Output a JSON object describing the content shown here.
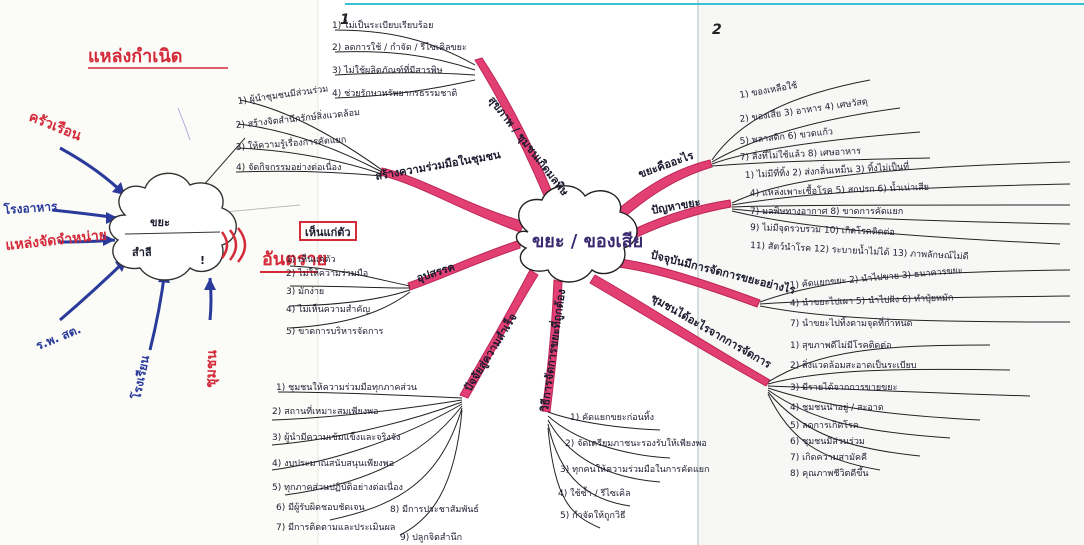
{
  "page_numbers": {
    "left": "1",
    "right": "2"
  },
  "source_map": {
    "title": "แหล่งกำเนิด",
    "cloud_text_1": "ขยะ",
    "cloud_text_2": "สำลี",
    "cloud_text_3": "!",
    "arrows": [
      {
        "label": "ครัวเรือน"
      },
      {
        "label": "โรงอาหาร"
      },
      {
        "label": "แหล่งจัดจำหน่าย"
      },
      {
        "label": "ร.พ. สต."
      },
      {
        "label": "โรงเรียน"
      },
      {
        "label": "ชุมชน"
      }
    ],
    "outcome_label": "อันตราย"
  },
  "center": {
    "label": "ขยะ / ของเสีย"
  },
  "branches": {
    "top_left": {
      "label": "สุขภาพ / ชุมชนเกิดมลพิษ",
      "items": [
        "1) ไม่เป็นระเบียบเรียบร้อย",
        "2) ลดการใช้ / กำจัด / รีไซเคิลขยะ",
        "3) ไม่ใช้ผลิตภัณฑ์ที่มีสารพิษ",
        "4) ช่วยรักษาทรัพยากรธรรมชาติ"
      ]
    },
    "left_upper": {
      "label": "สร้างความร่วมมือในชุมชน",
      "items": [
        "1) ผู้นำชุมชนมีส่วนร่วม",
        "2) สร้างจิตสำนึกรักษ์สิ่งแวดล้อม",
        "3) ให้ความรู้เรื่องการคัดแยก",
        "4) จัดกิจกรรมอย่างต่อเนื่อง"
      ]
    },
    "left_middle": {
      "label": "อุปสรรค",
      "box_label": "เห็นแก่ตัว",
      "items": [
        "1) เห็นแก่ตัว",
        "2) ไม่ให้ความร่วมมือ",
        "3) มักง่าย",
        "4) ไม่เห็นความสำคัญ",
        "5) ขาดการบริหารจัดการ"
      ]
    },
    "bottom_left": {
      "label": "ปัจจัยสู่ความสำเร็จ",
      "items": [
        "1) ชุมชนให้ความร่วมมือทุกภาคส่วน",
        "2) สถานที่เหมาะสมเพียงพอ",
        "3) ผู้นำมีความเข้มแข็งและจริงจัง",
        "4) งบประมาณสนับสนุนเพียงพอ",
        "5) ทุกภาคส่วนปฏิบัติอย่างต่อเนื่อง",
        "6) มีผู้รับผิดชอบชัดเจน",
        "7) มีการติดตามและประเมินผล",
        "8) มีการประชาสัมพันธ์",
        "9) ปลูกจิตสำนึก"
      ]
    },
    "bottom_middle": {
      "label": "วิธีการจัดการขยะที่ถูกต้อง",
      "items": [
        "1) คัดแยกขยะก่อนทิ้ง",
        "2) จัดเตรียมภาชนะรองรับให้เพียงพอ",
        "3) ทุกคนให้ความร่วมมือในการคัดแยก",
        "4) ใช้ซ้ำ / รีไซเคิล",
        "5) กำจัดให้ถูกวิธี"
      ]
    },
    "right_upper": {
      "label": "ขยะคืออะไร",
      "items": [
        "1) ของเหลือใช้",
        "2) ของเสีย 3) อาหาร 4) เศษวัสดุ",
        "5) พลาสติก 6) ขวดแก้ว",
        "7) สิ่งที่ไม่ใช้แล้ว 8) เศษอาหาร"
      ]
    },
    "right_middle": {
      "label": "ปัญหาขยะ",
      "items": [
        "1) ไม่มีที่ทิ้ง 2) ส่งกลิ่นเหม็น 3) ทิ้งไม่เป็นที่",
        "4) แหล่งเพาะเชื้อโรค 5) สกปรก 6) น้ำเน่าเสีย",
        "7) มลพิษทางอากาศ 8) ขาดการคัดแยก",
        "9) ไม่มีจุดรวบรวม 10) เกิดโรคติดต่อ",
        "11) สัตว์นำโรค 12) ระบายน้ำไม่ได้ 13) ภาพลักษณ์ไม่ดี"
      ]
    },
    "right_lower": {
      "label": "ปัจจุบันมีการจัดการขยะอย่างไร",
      "items": [
        "1) คัดแยกขยะ 2) นำไปขาย 3) ธนาคารขยะ",
        "4) นำขยะไปเผา 5) นำไปฝัง 6) ทำปุ๋ยหมัก",
        "7) นำขยะไปทิ้งตามจุดที่กำหนด"
      ]
    },
    "bottom_right": {
      "label": "ชุมชนได้อะไรจากการจัดการ",
      "items": [
        "1) สุขภาพดีไม่มีโรคติดต่อ",
        "2) สิ่งแวดล้อมสะอาดเป็นระเบียบ",
        "3) มีรายได้จากการขายขยะ",
        "4) ชุมชนน่าอยู่ / สะอาด",
        "5) ลดการเกิดโรค",
        "6) ชุมชนมีส่วนร่วม",
        "7) เกิดความสามัคคี",
        "8) คุณภาพชีวิตดีขึ้น"
      ]
    }
  }
}
